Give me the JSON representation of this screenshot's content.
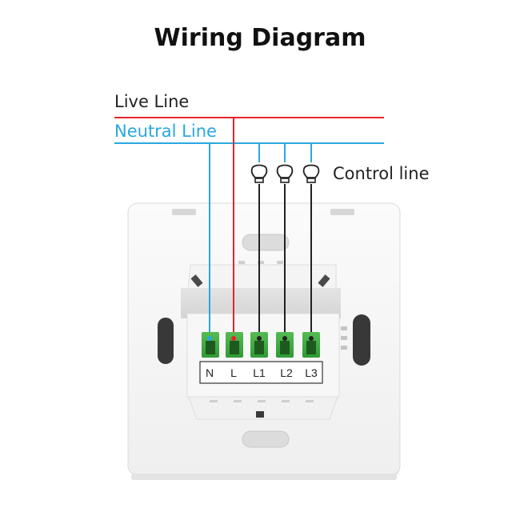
{
  "title": "Wiring Diagram",
  "labels": {
    "live_line": "Live Line",
    "neutral_line": "Neutral Line",
    "control_line": "Control line"
  },
  "terminals": [
    "N",
    "L",
    "L1",
    "L2",
    "L3"
  ],
  "colors": {
    "live": "#e5252a",
    "neutral": "#29a8e0",
    "control": "#222222",
    "terminal": "#3aa83a"
  }
}
